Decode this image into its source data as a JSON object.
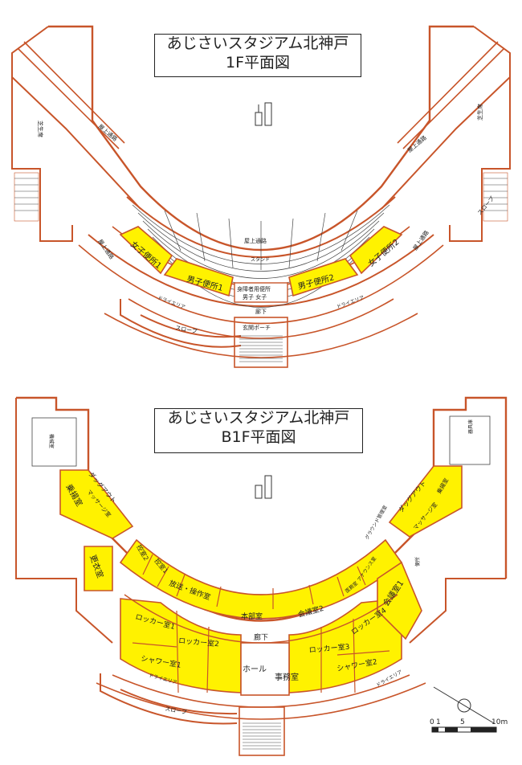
{
  "floor1": {
    "title_line1": "あじさいスタジアム北神戸",
    "title_line2": "1F平面図",
    "labels": {
      "rooftop_passage_left": "屋上通路",
      "rooftop_passage_right": "屋上通路",
      "lawn_left": "芝生席",
      "lawn_right": "芝生席",
      "rooftop_center": "屋上通路",
      "stand": "スタンド",
      "slope_right": "スロープ",
      "rooftop_lower_left": "屋上通路",
      "rooftop_lower_right": "屋上通路",
      "womens_1": "女子便所1",
      "womens_2": "女子便所2",
      "mens_1": "男子便所1",
      "mens_2": "男子便所2",
      "accessible_1": "身障者用便所",
      "accessible_2": "男子 女子",
      "dry_left": "ドライエリア",
      "dry_right": "ドライエリア",
      "corridor": "廊下",
      "slope_bottom": "スロープ",
      "porch": "玄関ポーチ"
    }
  },
  "floorb1": {
    "title_line1": "あじさいスタジアム北神戸",
    "title_line2": "B1F平面図",
    "labels": {
      "machine_room": "機械室",
      "storage": "器具庫",
      "dugout_left": "ダッグアウト",
      "dugout_right": "ダッグアウト",
      "waiting_left": "乗揚室",
      "massage_left": "マッサージ室",
      "waiting_right": "乗揚室",
      "massage_right": "マッサージ室",
      "changing": "更衣室",
      "control_2": "控室2",
      "control_1": "控室1",
      "broadcast": "放送・操作室",
      "hq": "本部室",
      "meeting_2": "会議室2",
      "medical": "医務室",
      "announce": "アナウンス室",
      "ground_keeper": "グラウンド管理室",
      "wc_right": "便所",
      "locker_1": "ロッカー室1",
      "locker_2": "ロッカー室2",
      "locker_3": "ロッカー室3",
      "locker_4": "ロッカー室4",
      "shower_1": "シャワー室1",
      "shower_2": "シャワー室2",
      "meeting_1": "会議室1",
      "corridor": "廊下",
      "hall": "ホール",
      "office": "事務室",
      "dry_left": "ドライエリア",
      "dry_right": "ドライエリア",
      "slope_bottom": "スロープ"
    },
    "scale": {
      "t0": "0",
      "t1": "1",
      "t5": "5",
      "t10": "10m"
    }
  },
  "colors": {
    "wall": "#c8552a",
    "room": "#fff200",
    "line": "#444444"
  }
}
